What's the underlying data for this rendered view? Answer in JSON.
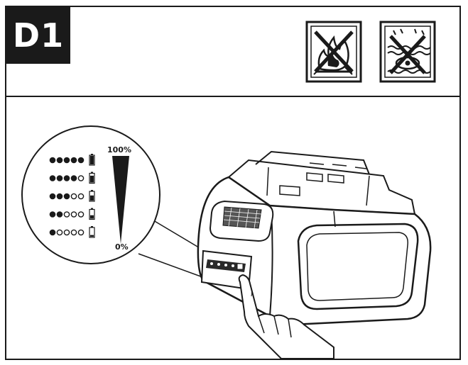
{
  "step": {
    "label": "D1"
  },
  "warnings": [
    {
      "icon": "no-fire-icon"
    },
    {
      "icon": "no-water-icon"
    }
  ],
  "charge_indicator": {
    "label_full": "100%",
    "label_empty": "0%",
    "levels": [
      {
        "filled": 5,
        "total": 5
      },
      {
        "filled": 4,
        "total": 5
      },
      {
        "filled": 3,
        "total": 5
      },
      {
        "filled": 2,
        "total": 5
      },
      {
        "filled": 1,
        "total": 5
      }
    ]
  }
}
